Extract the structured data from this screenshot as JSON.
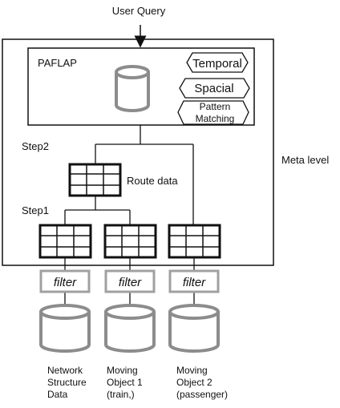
{
  "labels": {
    "user_query": "User Query",
    "paflap": "PAFLAP",
    "temporal": "Temporal",
    "spacial": "Spacial",
    "pattern_line1": "Pattern",
    "pattern_line2": "Matching",
    "step2": "Step2",
    "route_data": "Route data",
    "meta_level": "Meta level",
    "step1": "Step1",
    "filter": "filter",
    "network_line1": "Network",
    "network_line2": "Structure",
    "network_line3": "Data",
    "mo1_line1": "Moving",
    "mo1_line2": "Object 1",
    "mo1_line3": "(train,)",
    "mo2_line1": "Moving",
    "mo2_line2": "Object 2",
    "mo2_line3": "(passenger)"
  },
  "colors": {
    "line": "#111111",
    "db_gray": "#8c8c8c",
    "filter_border": "#a0a0a0"
  }
}
